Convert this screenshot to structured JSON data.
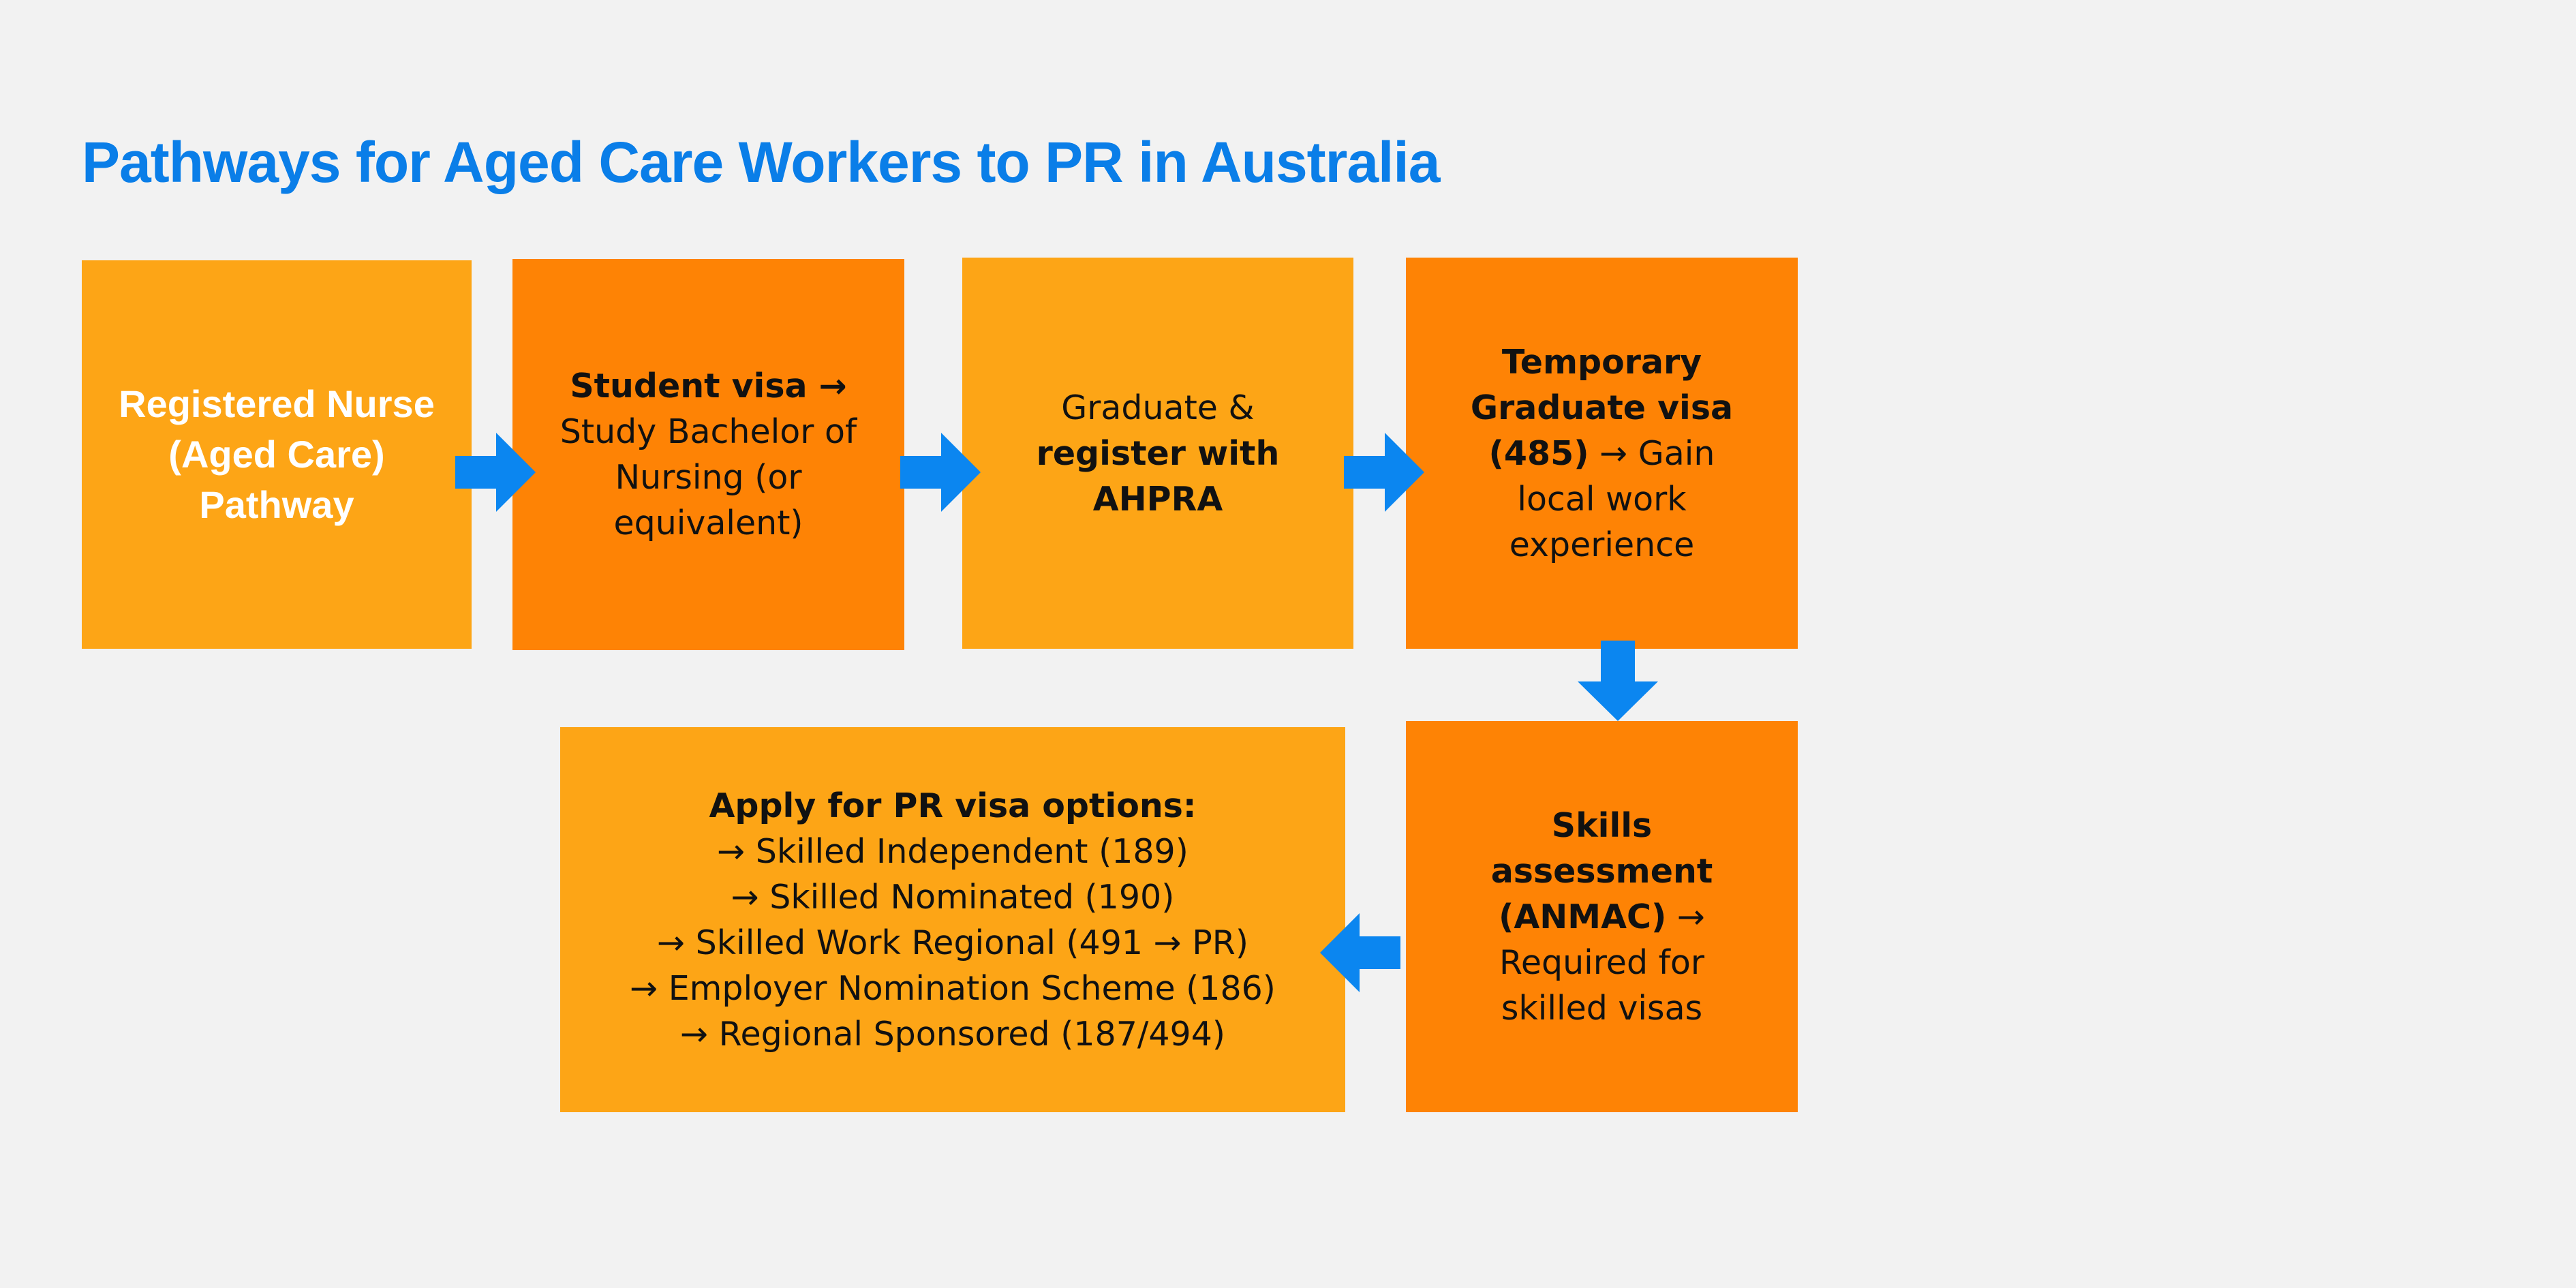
{
  "title": "Pathways for Aged Care Workers to PR in Australia",
  "colors": {
    "title": "#0a7ee8",
    "box_light": "#fda516",
    "box_dark": "#fe8305",
    "arrow": "#0b86f0",
    "background": "#f2f2f2"
  },
  "steps": {
    "s1": {
      "l1": "Registered Nurse",
      "l2": "(Aged Care)",
      "l3": "Pathway"
    },
    "s2": {
      "bold1": "Student visa →",
      "l2": "Study Bachelor of",
      "l3": "Nursing (or",
      "l4": "equivalent)"
    },
    "s3": {
      "l1": "Graduate &",
      "bold2": "register with",
      "bold3": "AHPRA"
    },
    "s4": {
      "bold1": "Temporary",
      "bold2": "Graduate visa",
      "bold3": "(485)",
      "rest3": " → Gain",
      "l4": "local work",
      "l5": "experience"
    },
    "s5": {
      "bold1": "Skills",
      "bold2": "assessment",
      "bold3": "(ANMAC)",
      "rest3": " →",
      "l4": "Required for",
      "l5": "skilled visas"
    },
    "s6": {
      "heading": "Apply for PR visa options:",
      "options": [
        "→ Skilled Independent (189)",
        "→ Skilled Nominated (190)",
        "→ Skilled Work Regional (491 → PR)",
        "→ Employer Nomination Scheme (186)",
        "→ Regional Sponsored (187/494)"
      ]
    }
  },
  "arrows": [
    "arrow-right-icon",
    "arrow-right-icon",
    "arrow-right-icon",
    "arrow-down-icon",
    "arrow-left-icon"
  ]
}
